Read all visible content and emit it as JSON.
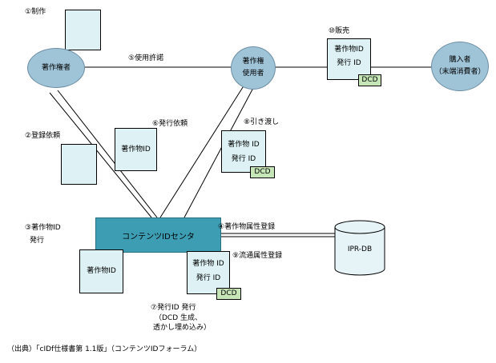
{
  "nodes": {
    "author": "著作権者",
    "user_line1": "著作権",
    "user_line2": "使用者",
    "buyer_line1": "購入者",
    "buyer_line2": "（末端消費者）",
    "center": "コンテンツIDセンタ",
    "db": "IPR-DB"
  },
  "documents": {
    "work_id": "著作物ID",
    "work_id_spaced": "著作物 ID",
    "issue_id": "発行 ID",
    "dcd": "DCD"
  },
  "steps": {
    "s1": "①制作",
    "s2": "②登録依頼",
    "s3_line1": "③著作物ID",
    "s3_line2": "発行",
    "s4": "④著作物属性登録",
    "s5": "⑤使用許諾",
    "s6": "⑥発行依頼",
    "s7_line1": "⑦発行ID 発行",
    "s7_line2": "（DCD 生成、",
    "s7_line3": "透かし埋め込み）",
    "s8": "⑧引き渡し",
    "s9": "⑨流通属性登録",
    "s10": "⑩販売"
  },
  "footer": "（出典）「cIDf仕様書第 1.1版」（コンテンツIDフォーラム）",
  "colors": {
    "circle_fill": "#9fc3d7",
    "document_fill": "#def2f5",
    "dcd_fill": "#c6e6b8",
    "center_fill": "#3c9db3",
    "db_fill": "#e6f4f8"
  }
}
